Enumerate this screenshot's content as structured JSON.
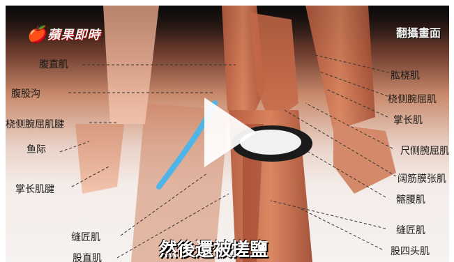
{
  "logo": {
    "text": "蘋果即時"
  },
  "overlay": {
    "top_right": "翻攝畫面",
    "caption": "然後還被搓鹽"
  },
  "labels_left": [
    {
      "text": "腹直肌"
    },
    {
      "text": "腹股沟"
    },
    {
      "text": "桡侧腕屈肌腱"
    },
    {
      "text": "鱼际"
    },
    {
      "text": "掌长肌腱"
    },
    {
      "text": "缝匠肌"
    },
    {
      "text": "股直肌"
    }
  ],
  "labels_right": [
    {
      "text": "肱桡肌"
    },
    {
      "text": "桡侧腕屈肌"
    },
    {
      "text": "掌长肌"
    },
    {
      "text": "尺侧腕屈肌"
    },
    {
      "text": "阔筋膜张肌"
    },
    {
      "text": "髂腰肌"
    },
    {
      "text": "缝匠肌"
    },
    {
      "text": "股四头肌"
    }
  ]
}
